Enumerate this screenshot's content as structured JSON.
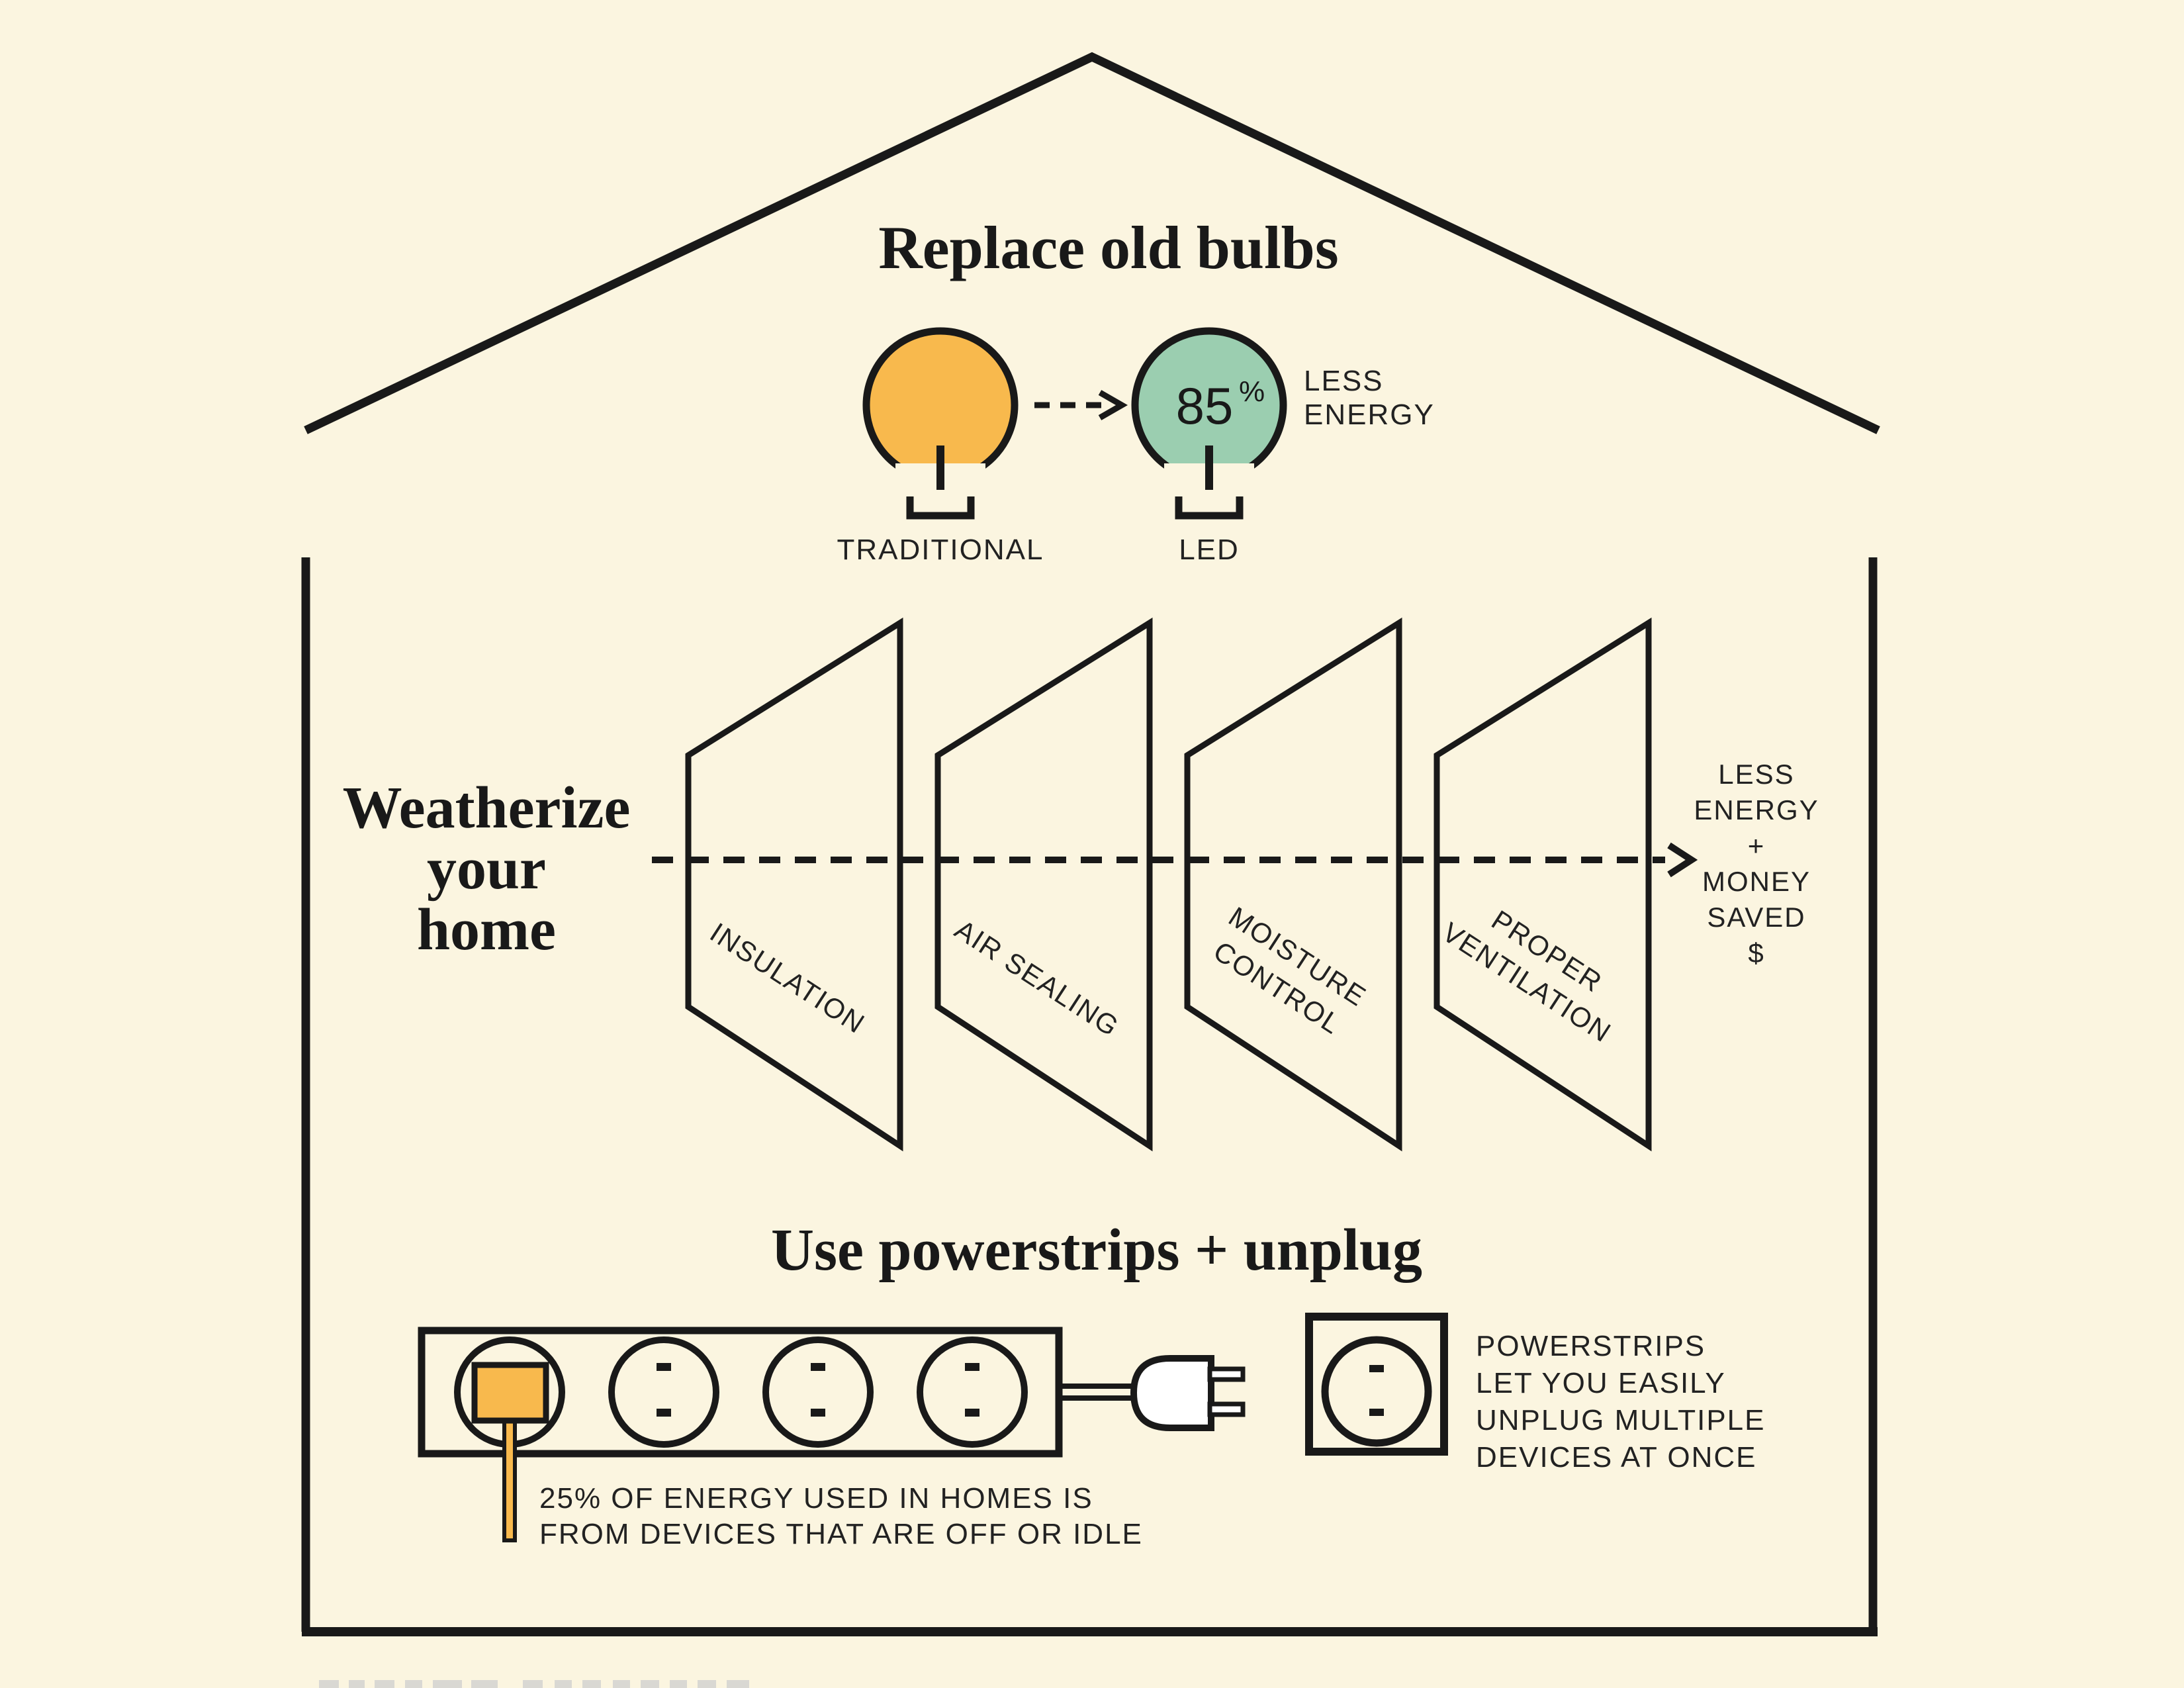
{
  "colors": {
    "background": "#FBF5E0",
    "ink": "#191919",
    "bulb_orange": "#F8B94D",
    "bulb_green": "#9BCEB0",
    "plug_white": "#FFFFFF"
  },
  "replace_bulbs": {
    "title": "Replace old bulbs",
    "traditional_label": "TRADITIONAL",
    "led_label": "LED",
    "led_percent_value": "85",
    "led_percent_sign": "%",
    "less_energy_lines": [
      "LESS",
      "ENERGY"
    ]
  },
  "weatherize": {
    "title_lines": [
      "Weatherize",
      "your",
      "home"
    ],
    "panels": [
      {
        "label_lines": [
          "INSULATION"
        ]
      },
      {
        "label_lines": [
          "AIR SEALING"
        ]
      },
      {
        "label_lines": [
          "MOISTURE",
          "CONTROL"
        ]
      },
      {
        "label_lines": [
          "PROPER",
          "VENTILATION"
        ]
      }
    ],
    "result_lines": [
      "LESS",
      "ENERGY",
      "+",
      "MONEY",
      "SAVED",
      "$"
    ]
  },
  "powerstrips": {
    "title": "Use powerstrips + unplug",
    "stat_lines": [
      "25% OF ENERGY USED IN HOMES IS",
      "FROM DEVICES THAT ARE OFF OR IDLE"
    ],
    "note_lines": [
      "POWERSTRIPS",
      "LET YOU EASILY",
      "UNPLUG MULTIPLE",
      "DEVICES AT ONCE"
    ]
  }
}
